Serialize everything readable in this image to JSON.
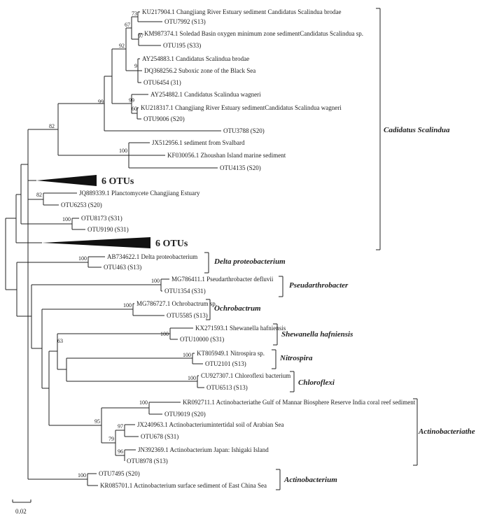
{
  "leaves": [
    {
      "key": "l1",
      "label": "KU217904.1 Changjiang River Estuary sediment Candidatus Scalindua brodae"
    },
    {
      "key": "l2",
      "label": "OTU7992 (S13)"
    },
    {
      "key": "l3",
      "label": "KM987374.1 Soledad Basin oxygen minimum zone sedimentCandidatus Scalindua sp."
    },
    {
      "key": "l4",
      "label": "OTU195 (S33)"
    },
    {
      "key": "l5",
      "label": "AY254883.1 Candidatus Scalindua brodae"
    },
    {
      "key": "l6",
      "label": "DQ368256.2 Suboxic zone of the Black Sea"
    },
    {
      "key": "l7",
      "label": "OTU6454 (31)"
    },
    {
      "key": "l8",
      "label": "AY254882.1 Candidatus Scalindua wagneri"
    },
    {
      "key": "l9",
      "label": "KU218317.1 Changjiang River Estuary sedimentCandidatus Scalindua wagneri"
    },
    {
      "key": "l10",
      "label": "OTU9006 (S20)"
    },
    {
      "key": "l11",
      "label": "OTU3788 (S20)"
    },
    {
      "key": "l12",
      "label": "JX512956.1 sediment from Svalbard"
    },
    {
      "key": "l13",
      "label": "KF030056.1 Zhoushan Island marine sediment"
    },
    {
      "key": "l14",
      "label": "OTU4135 (S20)"
    },
    {
      "key": "l15",
      "label": "JQ889339.1 Planctomycete Changjiang Estuary"
    },
    {
      "key": "l16",
      "label": "OTU6253 (S20)"
    },
    {
      "key": "l17",
      "label": "OTU8173 (S31)"
    },
    {
      "key": "l18",
      "label": "OTU9190 (S31)"
    },
    {
      "key": "l19",
      "label": "AB734622.1 Delta proteobacterium"
    },
    {
      "key": "l20",
      "label": "OTU463 (S13)"
    },
    {
      "key": "l21",
      "label": "MG786411.1 Pseudarthrobacter defluvii"
    },
    {
      "key": "l22",
      "label": "OTU1354 (S31)"
    },
    {
      "key": "l23",
      "label": "MG786727.1 Ochrobactrum sp."
    },
    {
      "key": "l24",
      "label": "OTU5585 (S13)"
    },
    {
      "key": "l25",
      "label": "KX271593.1 Shewanella hafniensis"
    },
    {
      "key": "l26",
      "label": "OTU10000 (S31)"
    },
    {
      "key": "l27",
      "label": "KT805949.1 Nitrospira sp."
    },
    {
      "key": "l28",
      "label": "OTU2101 (S13)"
    },
    {
      "key": "l29",
      "label": "CU927307.1 Chloroflexi bacterium"
    },
    {
      "key": "l30",
      "label": "OTU6513 (S13)"
    },
    {
      "key": "l31",
      "label": "KR092711.1 Actinobacteriathe Gulf of Mannar Biosphere Reserve India coral reef sediment"
    },
    {
      "key": "l32",
      "label": "OTU9019 (S20)"
    },
    {
      "key": "l33",
      "label": "JX240963.1 Actinobacteriumintertidal soil of Arabian Sea"
    },
    {
      "key": "l34",
      "label": "OTU678 (S31)"
    },
    {
      "key": "l35",
      "label": "JN392369.1 Actinobacterium Japan: Ishigaki Island"
    },
    {
      "key": "l36",
      "label": "OTU8978 (S13)"
    },
    {
      "key": "l37",
      "label": "OTU7495 (S20)"
    },
    {
      "key": "l38",
      "label": "KR085701.1 Actinobacterium surface sediment of East China Sea"
    }
  ],
  "collapsed": [
    {
      "key": "c1",
      "label": "6 OTUs"
    },
    {
      "key": "c2",
      "label": "6 OTUs"
    }
  ],
  "bootstrap": [
    {
      "key": "b1",
      "value": "73"
    },
    {
      "key": "b2",
      "value": "97"
    },
    {
      "key": "b3",
      "value": "67"
    },
    {
      "key": "b4",
      "value": "92"
    },
    {
      "key": "b5",
      "value": "9"
    },
    {
      "key": "b6",
      "value": "99"
    },
    {
      "key": "b7",
      "value": "60"
    },
    {
      "key": "b8",
      "value": "99"
    },
    {
      "key": "b9",
      "value": "82"
    },
    {
      "key": "b10",
      "value": "100"
    },
    {
      "key": "b11",
      "value": "82"
    },
    {
      "key": "b12",
      "value": "100"
    },
    {
      "key": "b13",
      "value": "100"
    },
    {
      "key": "b14",
      "value": "100"
    },
    {
      "key": "b15",
      "value": "100"
    },
    {
      "key": "b16",
      "value": "100"
    },
    {
      "key": "b17",
      "value": "63"
    },
    {
      "key": "b18",
      "value": "100"
    },
    {
      "key": "b19",
      "value": "100"
    },
    {
      "key": "b20",
      "value": "100"
    },
    {
      "key": "b21",
      "value": "95"
    },
    {
      "key": "b22",
      "value": "97"
    },
    {
      "key": "b23",
      "value": "79"
    },
    {
      "key": "b24",
      "value": "96"
    },
    {
      "key": "b25",
      "value": "100"
    }
  ],
  "clades": [
    {
      "key": "k1",
      "label": "Cadidatus Scalindua"
    },
    {
      "key": "k2",
      "label": "Delta proteobacterium"
    },
    {
      "key": "k3",
      "label": "Pseudarthrobacter"
    },
    {
      "key": "k4",
      "label": "Ochrobactrum"
    },
    {
      "key": "k5",
      "label": "Shewanella hafniensis"
    },
    {
      "key": "k6",
      "label": "Nitrospira"
    },
    {
      "key": "k7",
      "label": "Chloroflexi"
    },
    {
      "key": "k8",
      "label": "Actinobacteriathe"
    },
    {
      "key": "k9",
      "label": "Actinobacterium"
    }
  ],
  "scale_bar": {
    "label": "0.02"
  }
}
